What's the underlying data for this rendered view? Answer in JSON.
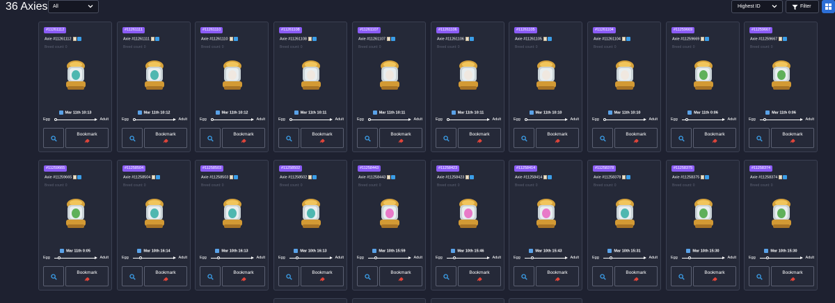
{
  "header": {
    "title": "36 Axies",
    "filter_value": "All",
    "sort_value": "Highest ID",
    "filter_button": "Filter"
  },
  "card_labels": {
    "egg": "Egg",
    "adult": "Adult",
    "bookmark": "Bookmark"
  },
  "colors": {
    "badge": "#8b5cf6",
    "accent": "#2d6fd6"
  },
  "cards": [
    {
      "id": "#11261112",
      "name": "Axie #11261112",
      "breed": "Breed count: 0",
      "date": "Mar 11th 10:13",
      "orb": "#4fb7b0",
      "progress": 0.0
    },
    {
      "id": "#11261111",
      "name": "Axie #11261111",
      "breed": "Breed count: 0",
      "date": "Mar 11th 10:12",
      "orb": "#4fb7b0",
      "progress": 0.0
    },
    {
      "id": "#11261110",
      "name": "Axie #11261110",
      "breed": "Breed count: 0",
      "date": "Mar 11th 10:12",
      "orb": "#f0e8e0",
      "progress": 0.0
    },
    {
      "id": "#11261108",
      "name": "Axie #11261108",
      "breed": "Breed count: 0",
      "date": "Mar 11th 10:11",
      "orb": "#f0e8e0",
      "progress": 0.0
    },
    {
      "id": "#11261107",
      "name": "Axie #11261107",
      "breed": "Breed count: 0",
      "date": "Mar 11th 10:11",
      "orb": "#f0e8e0",
      "progress": 0.0
    },
    {
      "id": "#11261106",
      "name": "Axie #11261106",
      "breed": "Breed count: 0",
      "date": "Mar 11th 10:11",
      "orb": "#f0e8e0",
      "progress": 0.0
    },
    {
      "id": "#11261105",
      "name": "Axie #11261105",
      "breed": "Breed count: 0",
      "date": "Mar 11th 10:10",
      "orb": "#f0e8e0",
      "progress": 0.0
    },
    {
      "id": "#11261104",
      "name": "Axie #11261104",
      "breed": "Breed count: 0",
      "date": "Mar 11th 10:10",
      "orb": "#f0e8e0",
      "progress": 0.0
    },
    {
      "id": "#11259669",
      "name": "Axie #11259669",
      "breed": "Breed count: 0",
      "date": "Mar 11th 0:06",
      "orb": "#5fb05a",
      "progress": 0.08
    },
    {
      "id": "#11259667",
      "name": "Axie #11259667",
      "breed": "Breed count: 0",
      "date": "Mar 11th 0:06",
      "orb": "#5fb05a",
      "progress": 0.08
    },
    {
      "id": "#11259665",
      "name": "Axie #11259665",
      "breed": "Breed count: 0",
      "date": "Mar 11th 0:05",
      "orb": "#5fb05a",
      "progress": 0.08
    },
    {
      "id": "#11258504",
      "name": "Axie #11258504",
      "breed": "Breed count: 0",
      "date": "Mar 10th 16:14",
      "orb": "#4fb7b0",
      "progress": 0.15
    },
    {
      "id": "#11258503",
      "name": "Axie #11258503",
      "breed": "Breed count: 0",
      "date": "Mar 10th 16:13",
      "orb": "#4fb7b0",
      "progress": 0.15
    },
    {
      "id": "#11258502",
      "name": "Axie #11258502",
      "breed": "Breed count: 0",
      "date": "Mar 10th 16:13",
      "orb": "#4fb7b0",
      "progress": 0.15
    },
    {
      "id": "#11258443",
      "name": "Axie #11258443",
      "breed": "Breed count: 0",
      "date": "Mar 10th 15:59",
      "orb": "#e87ac8",
      "progress": 0.15
    },
    {
      "id": "#11258423",
      "name": "Axie #11258423",
      "breed": "Breed count: 0",
      "date": "Mar 10th 15:46",
      "orb": "#e87ac8",
      "progress": 0.15
    },
    {
      "id": "#11258414",
      "name": "Axie #11258414",
      "breed": "Breed count: 0",
      "date": "Mar 10th 15:43",
      "orb": "#e87ac8",
      "progress": 0.15
    },
    {
      "id": "#11258378",
      "name": "Axie #11258378",
      "breed": "Breed count: 0",
      "date": "Mar 10th 15:31",
      "orb": "#4fb7b0",
      "progress": 0.15
    },
    {
      "id": "#11258375",
      "name": "Axie #11258375",
      "breed": "Breed count: 0",
      "date": "Mar 10th 15:30",
      "orb": "#5fb05a",
      "progress": 0.15
    },
    {
      "id": "#11258374",
      "name": "Axie #11258374",
      "breed": "Breed count: 0",
      "date": "Mar 10th 15:30",
      "orb": "#5fb05a",
      "progress": 0.15
    }
  ]
}
